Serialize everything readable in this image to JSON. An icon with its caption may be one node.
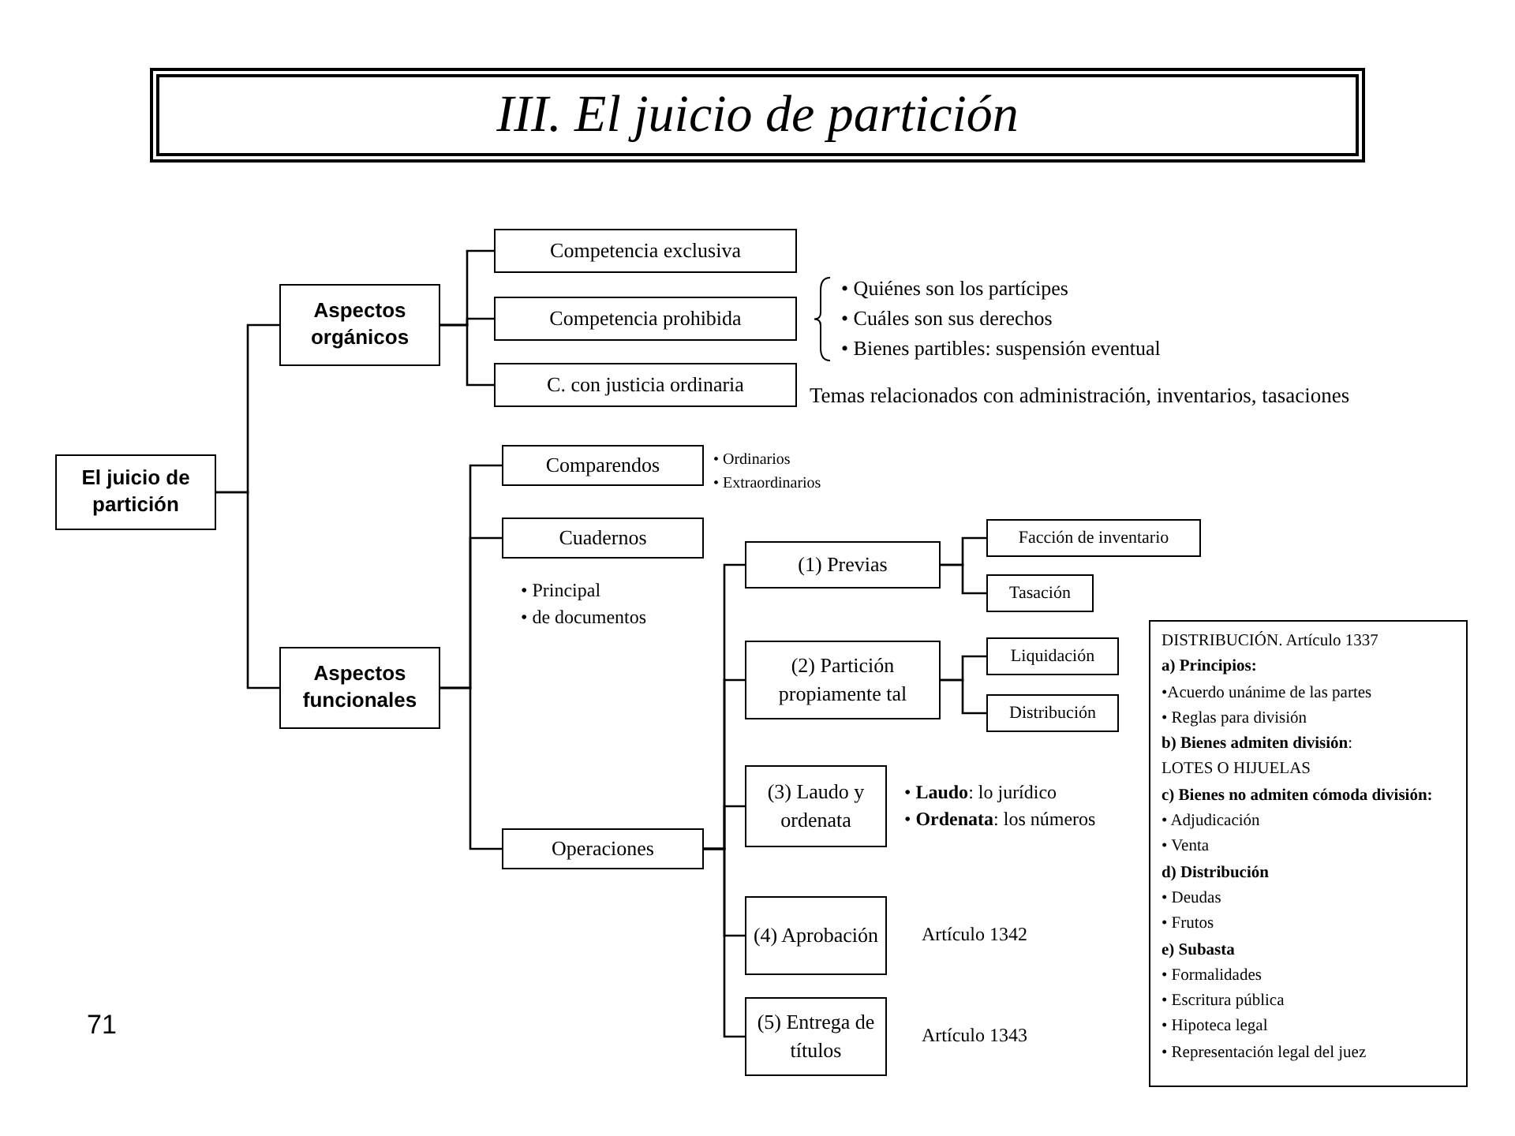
{
  "diagram": {
    "title": "III. El juicio de partición",
    "nodes": [
      {
        "text": [
          "El juicio de partición"
        ]
      },
      {
        "text": [
          "Aspectos orgánicos"
        ]
      },
      {
        "text": [
          "Aspectos funcionales"
        ]
      },
      {
        "text": [
          "Competencia exclusiva"
        ]
      },
      {
        "text": [
          "Competencia prohibida"
        ],
        "beside": [
          "• Quiénes son los partícipes",
          "• Cuáles son sus derechos",
          "• Bienes partibles: suspensión eventual"
        ]
      },
      {
        "text": [
          "C. con justicia ordinaria"
        ],
        "beside": [
          "Temas relacionados con administración, inventarios, tasaciones"
        ]
      },
      {
        "text": [
          "Comparendos"
        ],
        "beside": [
          "• Ordinarios",
          "• Extraordinarios"
        ]
      },
      {
        "text": [
          "Cuadernos"
        ],
        "beside": [
          "• Principal",
          "• de documentos"
        ]
      },
      {
        "text": [
          "Operaciones"
        ]
      },
      {
        "text": [
          "(1) Previas"
        ]
      },
      {
        "text": [
          "(2) Partición propiamente tal"
        ]
      },
      {
        "text": [
          "(3) Laudo y ordenata"
        ],
        "beside": [
          "• **Laudo**: lo jurídico",
          "• **Ordenata**: los números"
        ]
      },
      {
        "text": [
          "(4) Aprobación"
        ],
        "beside": [
          "Artículo 1342"
        ]
      },
      {
        "text": [
          "(5) Entrega de títulos"
        ],
        "beside": [
          "Artículo 1343"
        ]
      },
      {
        "text": [
          "Facción de inventario"
        ]
      },
      {
        "text": [
          "Tasación"
        ]
      },
      {
        "text": [
          "Liquidación"
        ]
      },
      {
        "text": [
          "Distribución"
        ]
      },
      {
        "text": [
          "DISTRIBUCIÓN. Artículo 1337",
          "**a) Principios:**",
          "•Acuerdo unánime de las partes",
          "• Reglas para división",
          "**b) Bienes admiten división**:",
          "LOTES O HIJUELAS",
          "**c) Bienes no admiten cómoda división:**",
          "• Adjudicación",
          "• Venta",
          "**d) Distribución**",
          "• Deudas",
          "• Frutos",
          "**e) Subasta**",
          "• Formalidades",
          "• Escritura pública",
          "• Hipoteca legal",
          "• Representación legal del juez"
        ]
      }
    ],
    "edges": [
      {
        "from": 0,
        "to": 1,
        "arrow": "none"
      },
      {
        "from": 0,
        "to": 2,
        "arrow": "none"
      },
      {
        "from": 1,
        "to": 3,
        "arrow": "none"
      },
      {
        "from": 1,
        "to": 4,
        "arrow": "none"
      },
      {
        "from": 1,
        "to": 5,
        "arrow": "none"
      },
      {
        "from": 2,
        "to": 6,
        "arrow": "none"
      },
      {
        "from": 2,
        "to": 7,
        "arrow": "none"
      },
      {
        "from": 2,
        "to": 8,
        "arrow": "none"
      },
      {
        "from": 8,
        "to": 9,
        "arrow": "none"
      },
      {
        "from": 8,
        "to": 10,
        "arrow": "none"
      },
      {
        "from": 8,
        "to": 11,
        "arrow": "none"
      },
      {
        "from": 8,
        "to": 12,
        "arrow": "none"
      },
      {
        "from": 8,
        "to": 13,
        "arrow": "none"
      },
      {
        "from": 9,
        "to": 14,
        "arrow": "none"
      },
      {
        "from": 9,
        "to": 15,
        "arrow": "none"
      },
      {
        "from": 10,
        "to": 16,
        "arrow": "none"
      },
      {
        "from": 10,
        "to": 17,
        "arrow": "none"
      }
    ],
    "labels": [
      "71"
    ]
  }
}
